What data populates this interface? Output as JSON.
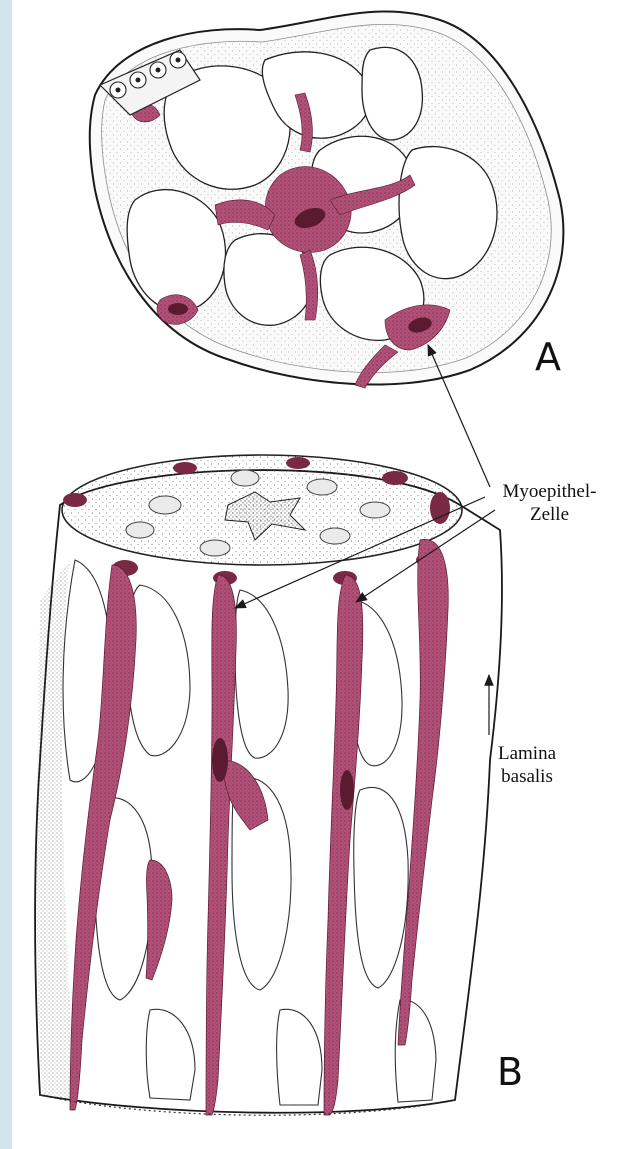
{
  "figure": {
    "panels": [
      {
        "id": "A",
        "letter": "A"
      },
      {
        "id": "B",
        "letter": "B"
      }
    ],
    "labels": {
      "myoepithel_line1": "Myoepithel-",
      "myoepithel_line2": "Zelle",
      "lamina_line1": "Lamina",
      "lamina_line2": "basalis"
    },
    "colors": {
      "background": "#d3e4ef",
      "paper": "#ffffff",
      "myoepithelial_cell": "#b35279",
      "myoepithelial_dark": "#7a2944",
      "ink": "#1a1a1a"
    }
  }
}
